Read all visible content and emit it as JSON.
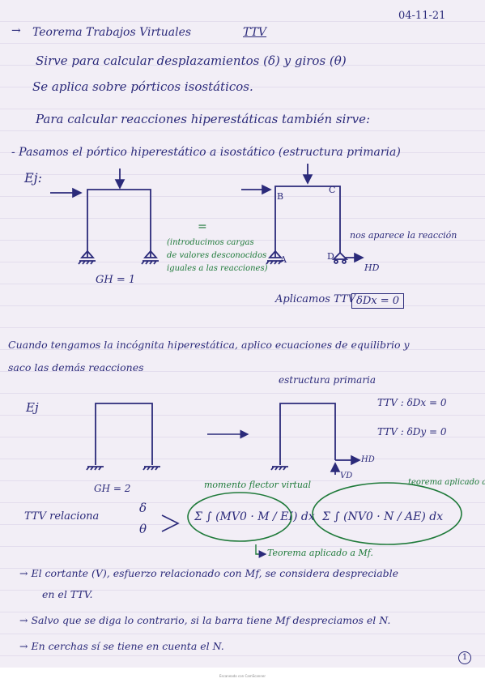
{
  "page": {
    "date": "04-11-21",
    "title": "Teorema Trabajos Virtuales",
    "title_abbr": "TTV",
    "line1": "Sirve para calcular desplazamientos (δ) y giros (θ)",
    "line2": "Se aplica sobre pórticos isostáticos.",
    "line3": "Para calcular reacciones hiperestáticas también sirve:",
    "line4": "- Pasamos el pórtico hiperestático a isostático (estructura primaria)",
    "example_label_1": "Ej:",
    "gh1": "GH = 1",
    "equals": "=",
    "note_green": [
      "(introducimos cargas",
      "de valores desconocidos",
      "iguales a las reacciones)"
    ],
    "label_B": "B",
    "label_C": "C",
    "label_A": "A",
    "label_D": "D",
    "reaction_note": "nos aparece la reacción",
    "HD": "HD",
    "apply_ttv_1": "Aplicamos TTV",
    "box_dx": "δDx = 0",
    "line5": "Cuando tengamos la incógnita hiperestática, aplico ecuaciones de equilibrio y",
    "line6": "saco las demás reacciones",
    "primary_structure": "estructura primaria",
    "example_label_2": "Ej",
    "ttv_dx": "TTV : δDx = 0",
    "ttv_dy": "TTV : δDy = 0",
    "gh2": "GH = 2",
    "HD2": "HD",
    "VD2": "VD",
    "ann_moment": "momento flector virtual",
    "ann_theorem_N": "teorema aplicado a N",
    "ann_theorem_Mf": "Teorema aplicado a Mf.",
    "ttv_relates": "TTV relaciona",
    "delta_sym": "δ",
    "theta_sym": "θ",
    "formula_left": "Σ ∫ (MV0 · M / EI) dx",
    "formula_right": "Σ ∫ (NV0 · N / AE) dx",
    "note1a": "→ El cortante (V), esfuerzo relacionado con Mf, se considera despreciable",
    "note1b": "en el TTV.",
    "note2": "→ Salvo que se diga lo contrario, si la barra tiene Mf despreciamos el N.",
    "note3": "→ En cerchas sí se tiene en cuenta el N.",
    "page_number": "1",
    "footer": "Escaneado con CamScanner",
    "colors": {
      "ink": "#2b2a7a",
      "green": "#1f7a3a",
      "paper": "#f2eef6"
    }
  }
}
